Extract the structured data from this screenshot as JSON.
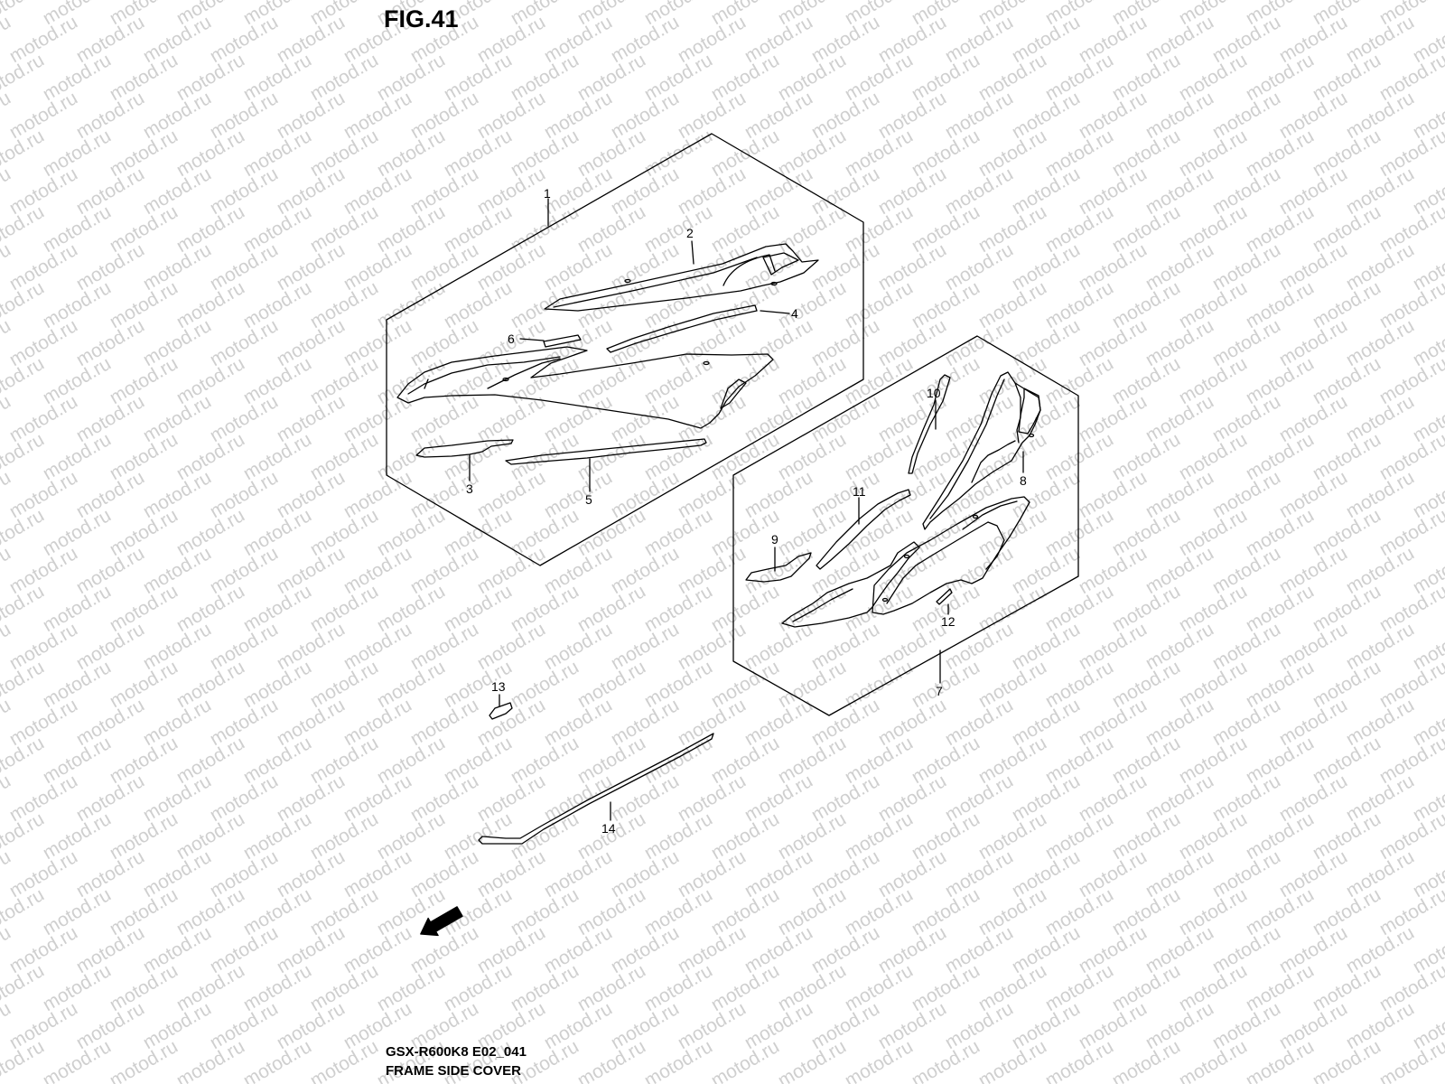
{
  "figure": {
    "title": "FIG.41",
    "model_code": "GSX-R600K8 E02_041",
    "name": "FRAME SIDE COVER"
  },
  "watermark": {
    "text": "motod.ru"
  },
  "fwd_arrow": {
    "label": "FWD"
  },
  "callouts": {
    "c1": "1",
    "c2": "2",
    "c3": "3",
    "c4": "4",
    "c5": "5",
    "c6": "6",
    "c7": "7",
    "c8": "8",
    "c9": "9",
    "c10": "10",
    "c11": "11",
    "c12": "12",
    "c13": "13",
    "c14": "14"
  },
  "colors": {
    "line": "#000000",
    "watermark": "#cfcfcf",
    "background": "#ffffff"
  }
}
